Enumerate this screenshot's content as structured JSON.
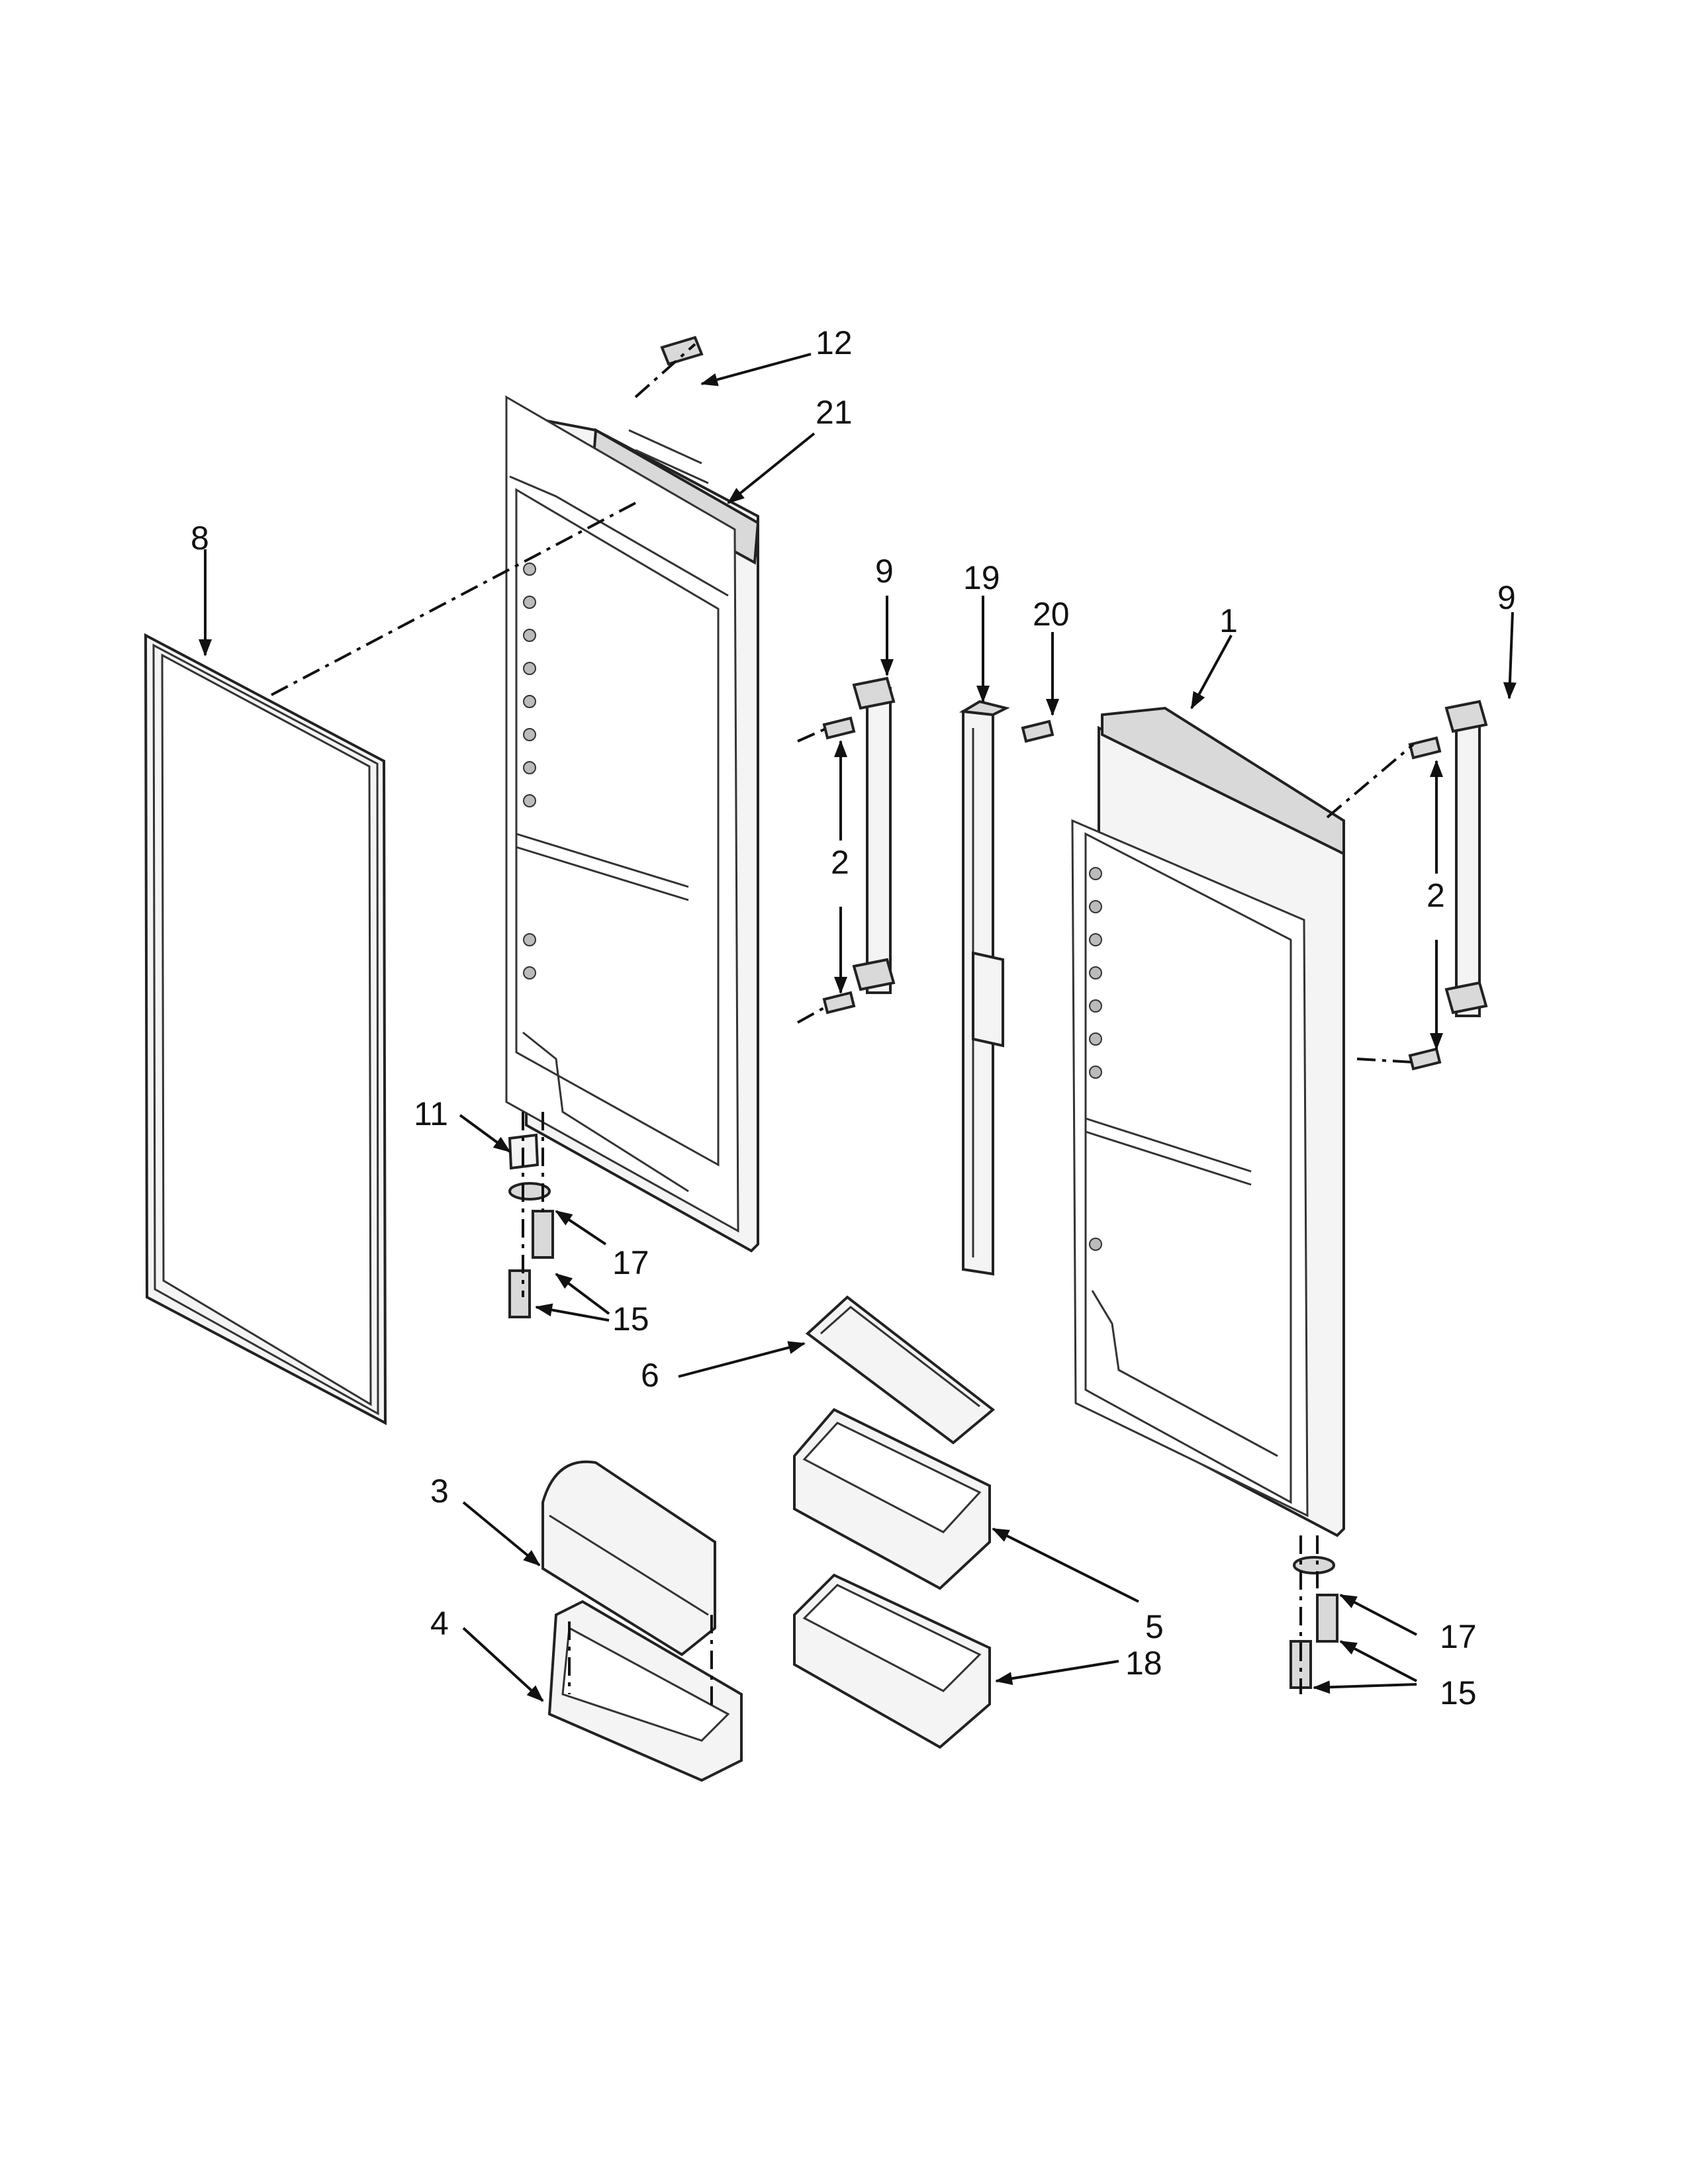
{
  "callouts": {
    "c1": "1",
    "c2a": "2",
    "c2b": "2",
    "c3": "3",
    "c4": "4",
    "c5": "5",
    "c6": "6",
    "c8": "8",
    "c9a": "9",
    "c9b": "9",
    "c11": "11",
    "c12": "12",
    "c15a": "15",
    "c15b": "15",
    "c17a": "17",
    "c17b": "17",
    "c18": "18",
    "c19": "19",
    "c20": "20",
    "c21": "21"
  }
}
